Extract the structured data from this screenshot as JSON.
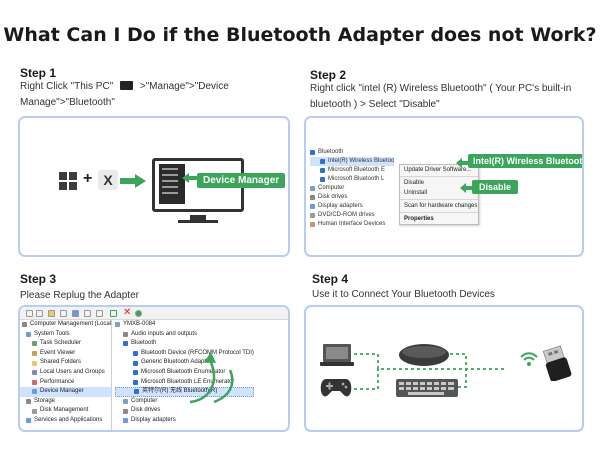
{
  "title": "What Can I Do if the Bluetooth Adapter does not Work?",
  "step1": {
    "label": "Step 1",
    "desc_part1": "Right Click \"This PC\"",
    "desc_part2": ">\"Manage\">\"Device",
    "desc_line2": "Manage\">\"Bluetooth\"",
    "tag": "Device Manager",
    "plus": "+",
    "x_key": "X"
  },
  "step2": {
    "label": "Step 2",
    "desc_line1": "Right click \"intel (R) Wireless Bluetooth\" ( Your PC's built-in",
    "desc_line2": "bluetooth ) > Select \"Disable\"",
    "tree": [
      "Bluetooth",
      "Intel(R) Wireless Bluetoo",
      "Microsoft Bluetooth E",
      "Microsoft Bluetooth L",
      "Computer",
      "Disk drives",
      "Display adapters",
      "DVD/CD-ROM drives",
      "Human Interface Devices"
    ],
    "menu": [
      "Update Driver Software...",
      "Disable",
      "Uninstall",
      "Scan for hardware changes",
      "Properties"
    ],
    "tag_device": "Intel(R) Wireless Bluetooth",
    "tag_disable": "Disable"
  },
  "step3": {
    "label": "Step 3",
    "desc": "Please Replug the Adapter",
    "left_tree": [
      "Computer Management (Local",
      "System Tools",
      "Task Scheduler",
      "Event Viewer",
      "Shared Folders",
      "Local Users and Groups",
      "Performance",
      "Device Manager",
      "Storage",
      "Disk Management",
      "Services and Applications"
    ],
    "right_tree": [
      "YMXB-0084",
      "Audio inputs and outputs",
      "Bluetooth",
      "Bluetooth Device (RFCOMM Protocol TDI)",
      "Generic Bluetooth Adapter",
      "Microsoft Bluetooth Enumerator",
      "Microsoft Bluetooth LE Enumerator",
      "英特尔(R) 无线 Bluetooth(R)",
      "Computer",
      "Disk drives",
      "Display adapters"
    ]
  },
  "step4": {
    "label": "Step 4",
    "desc": "Use it to Connect Your Bluetooth Devices"
  },
  "colors": {
    "accent_green": "#3aa55b",
    "panel_border": "#b9cdf0",
    "bluetooth_blue": "#2f6fd0",
    "highlight": "#cfe3ff"
  }
}
